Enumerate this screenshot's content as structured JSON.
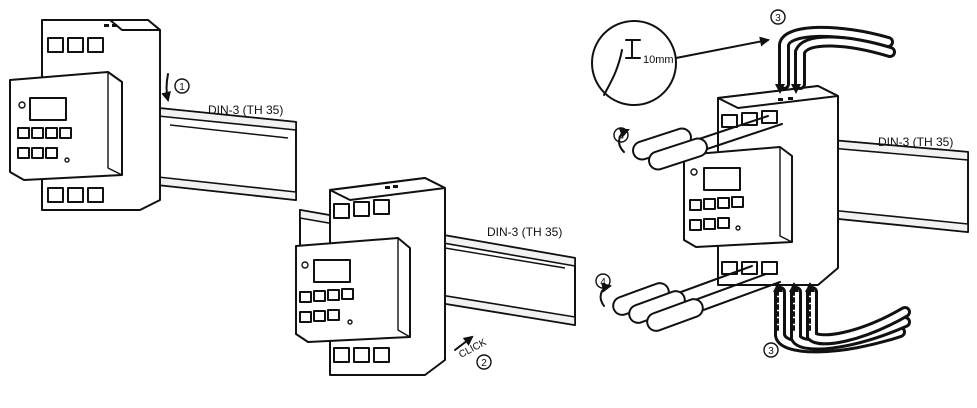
{
  "labels": {
    "rail_panel_1": "DIN-3 (TH 35)",
    "rail_panel_2": "DIN-3 (TH 35)",
    "rail_panel_3": "DIN-3 (TH 35)",
    "click": "CLICK",
    "strip_length": "10mm"
  },
  "steps": {
    "step_1": "1",
    "step_2": "2",
    "step_3_top": "3",
    "step_3_bottom": "3",
    "step_4_top": "4",
    "step_4_bottom": "4"
  }
}
